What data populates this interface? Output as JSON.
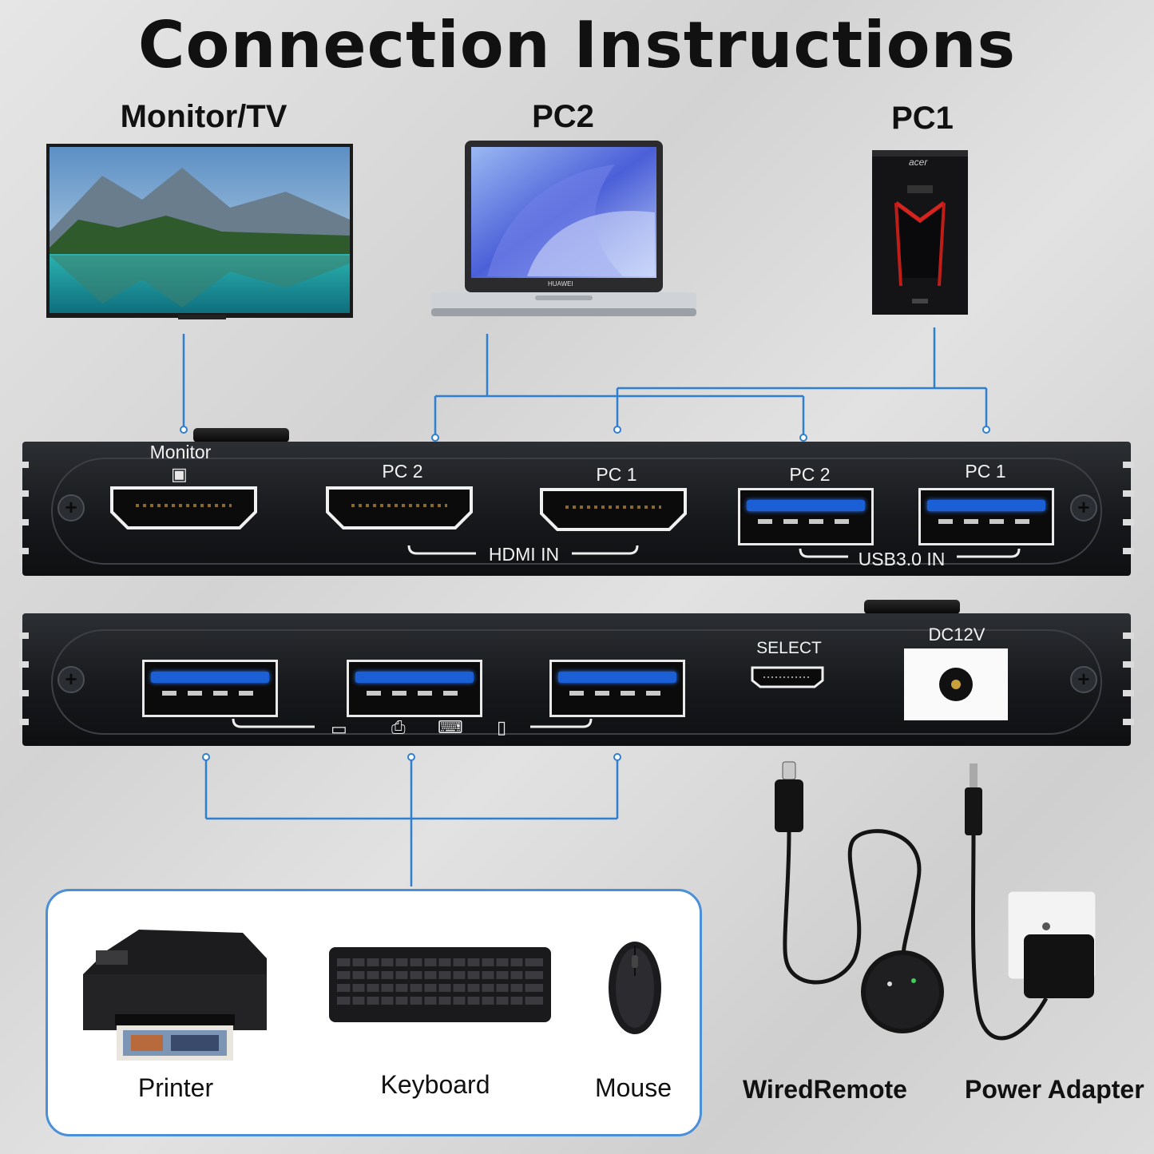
{
  "title": "Connection Instructions",
  "devices": {
    "monitor": "Monitor/TV",
    "pc2": "PC2",
    "pc1": "PC1"
  },
  "top_panel": {
    "monitor_label": "Monitor",
    "hdmi_pc2": "PC 2",
    "hdmi_pc1": "PC 1",
    "usb_pc2": "PC 2",
    "usb_pc1": "PC 1",
    "hdmi_in": "HDMI IN",
    "usb_in": "USB3.0 IN"
  },
  "bottom_panel": {
    "select": "SELECT",
    "dc": "DC12V"
  },
  "peripherals": {
    "printer": "Printer",
    "keyboard": "Keyboard",
    "mouse": "Mouse"
  },
  "accessories": {
    "remote": "WiredRemote",
    "adapter": "Power Adapter"
  },
  "laptop_brand": "HUAWEI",
  "pc1_brand": "acer",
  "colors": {
    "line": "#2f7fd0",
    "usb_blue": "#1b5fd6",
    "box_border": "#4a8fd8"
  }
}
